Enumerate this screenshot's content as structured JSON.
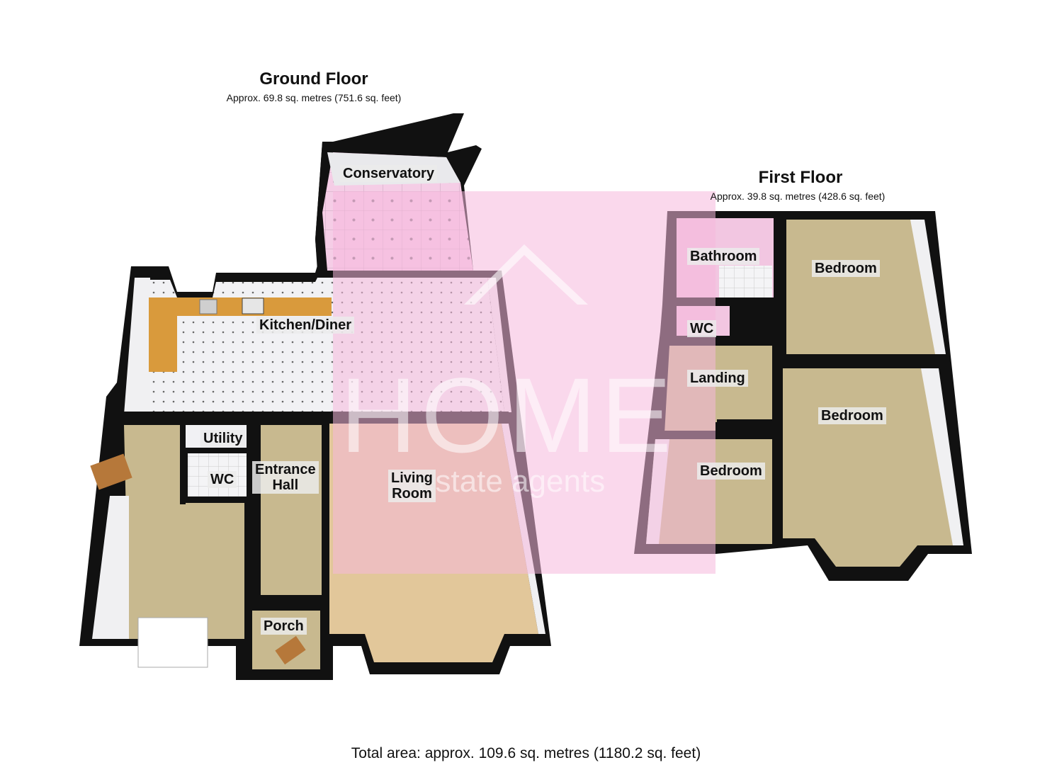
{
  "ground_floor": {
    "title": "Ground Floor",
    "area": "Approx. 69.8 sq. metres (751.6 sq. feet)",
    "rooms": {
      "conservatory": "Conservatory",
      "kitchen": "Kitchen/Diner",
      "utility": "Utility",
      "wc": "WC",
      "entrance": "Entrance\nHall",
      "living": "Living\nRoom",
      "porch": "Porch"
    }
  },
  "first_floor": {
    "title": "First Floor",
    "area": "Approx. 39.8 sq. metres (428.6 sq. feet)",
    "rooms": {
      "bathroom": "Bathroom",
      "bedroom_rear": "Bedroom",
      "wc": "WC",
      "landing": "Landing",
      "bedroom_front": "Bedroom",
      "bedroom_small": "Bedroom"
    }
  },
  "total_area": "Total area: approx. 109.6 sq. metres (1180.2 sq. feet)",
  "watermark": {
    "brand": "HOME",
    "tagline": "estate agents"
  },
  "colors": {
    "wall": "#111111",
    "carpet": "#c8b98f",
    "tile": "#f1f1f4",
    "pink_floor": "#f2c6e1",
    "living_floor": "#e2c79a",
    "worktop": "#d99a3c",
    "watermark_pink": "#f6b8dc"
  }
}
